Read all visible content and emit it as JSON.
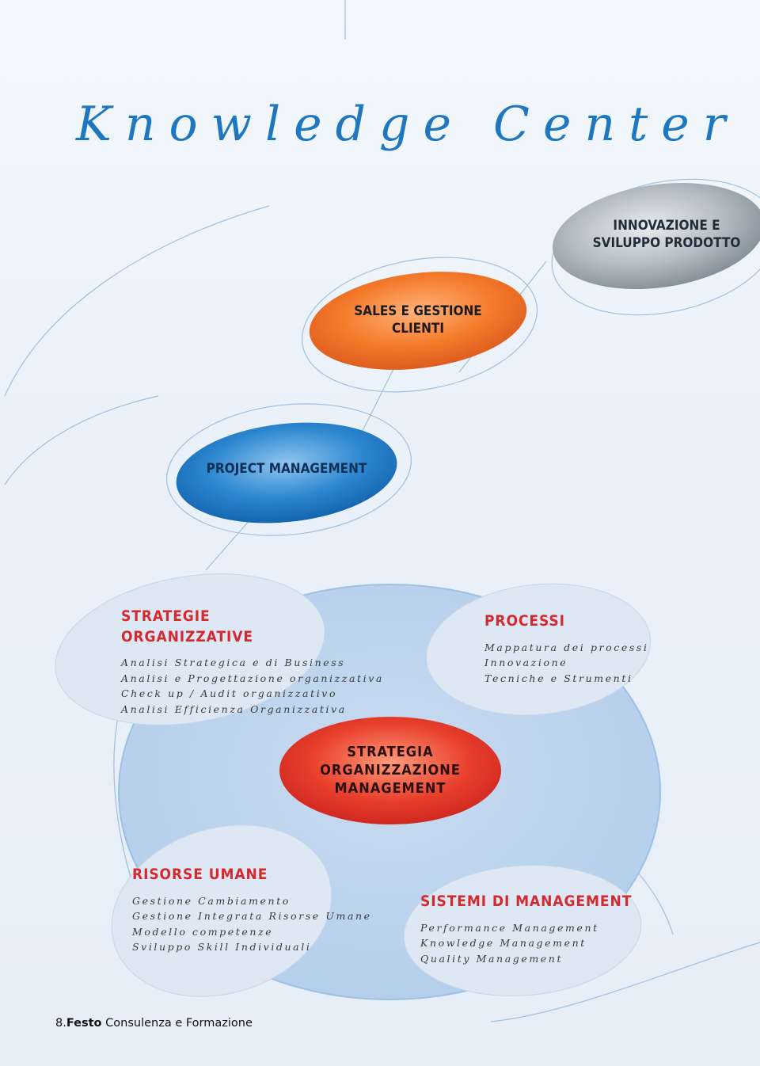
{
  "title": "Knowledge Center",
  "nodes": {
    "innovazione": "INNOVAZIONE E\nSVILUPPO PRODOTTO",
    "sales": "SALES E GESTIONE\nCLIENTI",
    "project": "PROJECT MANAGEMENT",
    "strategia": "STRATEGIA\nORGANIZZAZIONE\nMANAGEMENT"
  },
  "sections": {
    "strategie": {
      "title": "STRATEGIE\nORGANIZZATIVE",
      "items": [
        "Analisi Strategica e di Business",
        "Analisi e Progettazione organizzativa",
        "Check up / Audit organizzativo",
        "Analisi Efficienza Organizzativa"
      ]
    },
    "processi": {
      "title": "PROCESSI",
      "items": [
        "Mappatura dei processi",
        "Innovazione",
        "Tecniche e Strumenti"
      ]
    },
    "risorse": {
      "title": "RISORSE UMANE",
      "items": [
        "Gestione Cambiamento",
        "Gestione Integrata Risorse Umane",
        "Modello competenze",
        "Sviluppo Skill Individuali"
      ]
    },
    "sistemi": {
      "title": "SISTEMI DI MANAGEMENT",
      "items": [
        "Performance Management",
        "Knowledge Management",
        "Quality Management"
      ]
    }
  },
  "footer": {
    "page": "8.",
    "brand": "Festo",
    "text": " Consulenza e Formazione"
  },
  "colors": {
    "title": "#1f78bf",
    "section_title": "#d32a2f",
    "innovazione": "#a4adb6",
    "sales": "#f07a2c",
    "project": "#1a6fb8",
    "strategia": "#dd2f26",
    "big_circle": "#bcd4ee",
    "light_ellipse": "#dfe9f5"
  }
}
